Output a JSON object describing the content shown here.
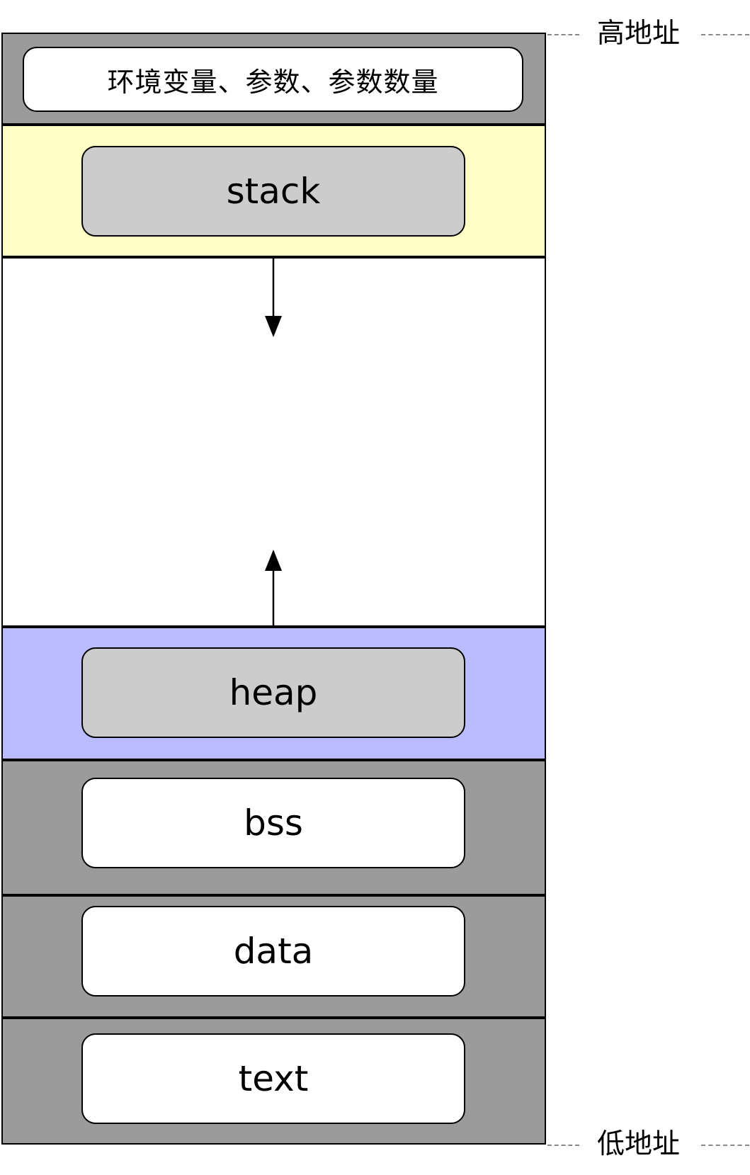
{
  "diagram": {
    "high_address_label": "高地址",
    "low_address_label": "低地址",
    "segments": {
      "env": {
        "label": "环境变量、参数、参数数量",
        "color": "#9b9b9b",
        "box_color": "#ffffff"
      },
      "stack": {
        "label": "stack",
        "color": "#ffffc6",
        "box_color": "#cccccc",
        "growth": "down"
      },
      "free": {
        "color": "#ffffff"
      },
      "heap": {
        "label": "heap",
        "color": "#bbbcff",
        "box_color": "#cccccc",
        "growth": "up"
      },
      "bss": {
        "label": "bss",
        "color": "#9b9b9b",
        "box_color": "#ffffff"
      },
      "data": {
        "label": "data",
        "color": "#9b9b9b",
        "box_color": "#ffffff"
      },
      "text": {
        "label": "text",
        "color": "#9b9b9b",
        "box_color": "#ffffff"
      }
    },
    "icons": {
      "stack_growth": "arrow-down-icon",
      "heap_growth": "arrow-up-icon"
    }
  }
}
